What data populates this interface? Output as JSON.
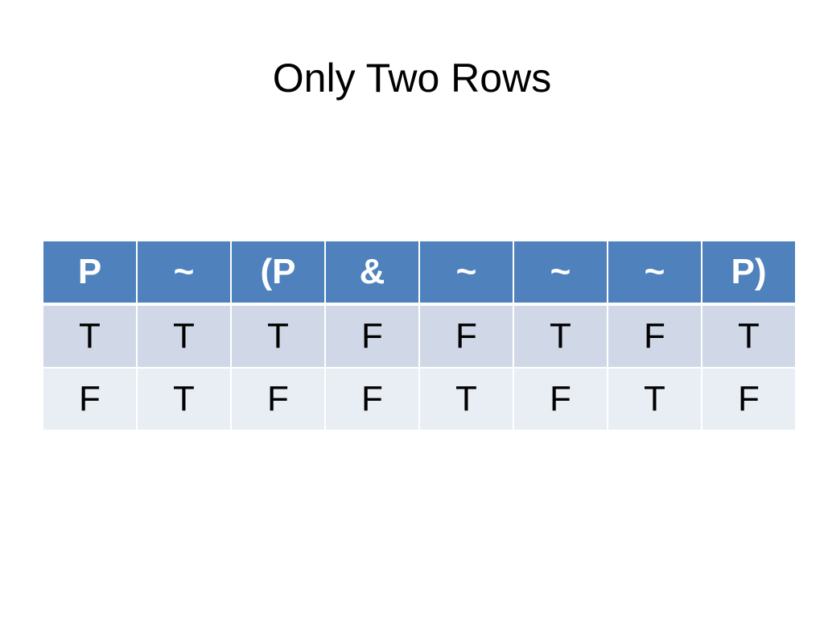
{
  "slide": {
    "title": "Only Two Rows"
  },
  "table": {
    "headers": [
      "P",
      "~",
      "(P",
      "&",
      "~",
      "~",
      "~",
      "P)"
    ],
    "rows": [
      [
        "T",
        "T",
        "T",
        "F",
        "F",
        "T",
        "F",
        "T"
      ],
      [
        "F",
        "T",
        "F",
        "F",
        "T",
        "F",
        "T",
        "F"
      ]
    ]
  },
  "colors": {
    "header_bg": "#4f81bd",
    "row_odd_bg": "#d0d8e8",
    "row_even_bg": "#e9edf4"
  }
}
